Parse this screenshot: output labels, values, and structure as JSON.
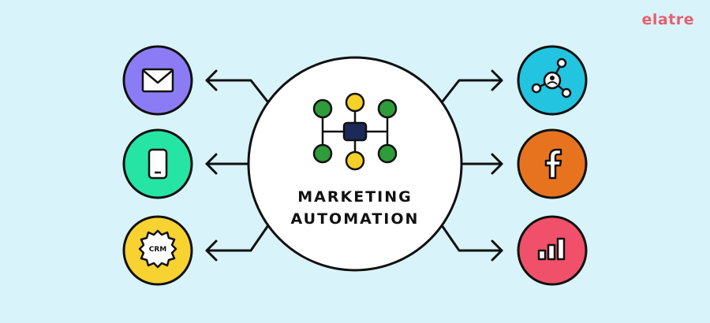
{
  "brand": {
    "logo_text": "elatre",
    "color": "#e8606e"
  },
  "center": {
    "line1": "MARKETING",
    "line2": "AUTOMATION",
    "icon": "workflow-network-icon",
    "node_green": "#2e9c3a",
    "node_yellow": "#f5d128",
    "hub_color": "#1b2a59"
  },
  "left_nodes": [
    {
      "id": "email",
      "icon": "envelope-icon",
      "color": "#8b7cf6"
    },
    {
      "id": "mobile",
      "icon": "smartphone-icon",
      "color": "#26e4a3"
    },
    {
      "id": "crm",
      "icon": "crm-gear-icon",
      "color": "#f7d230",
      "label": "CRM"
    }
  ],
  "right_nodes": [
    {
      "id": "network",
      "icon": "network-user-icon",
      "color": "#22c4e0"
    },
    {
      "id": "facebook",
      "icon": "facebook-icon",
      "color": "#e8731f"
    },
    {
      "id": "analytics",
      "icon": "bar-chart-icon",
      "color": "#f0506a"
    }
  ],
  "colors": {
    "background": "#d9f3fb",
    "outline": "#111111",
    "center_fill": "#ffffff"
  }
}
